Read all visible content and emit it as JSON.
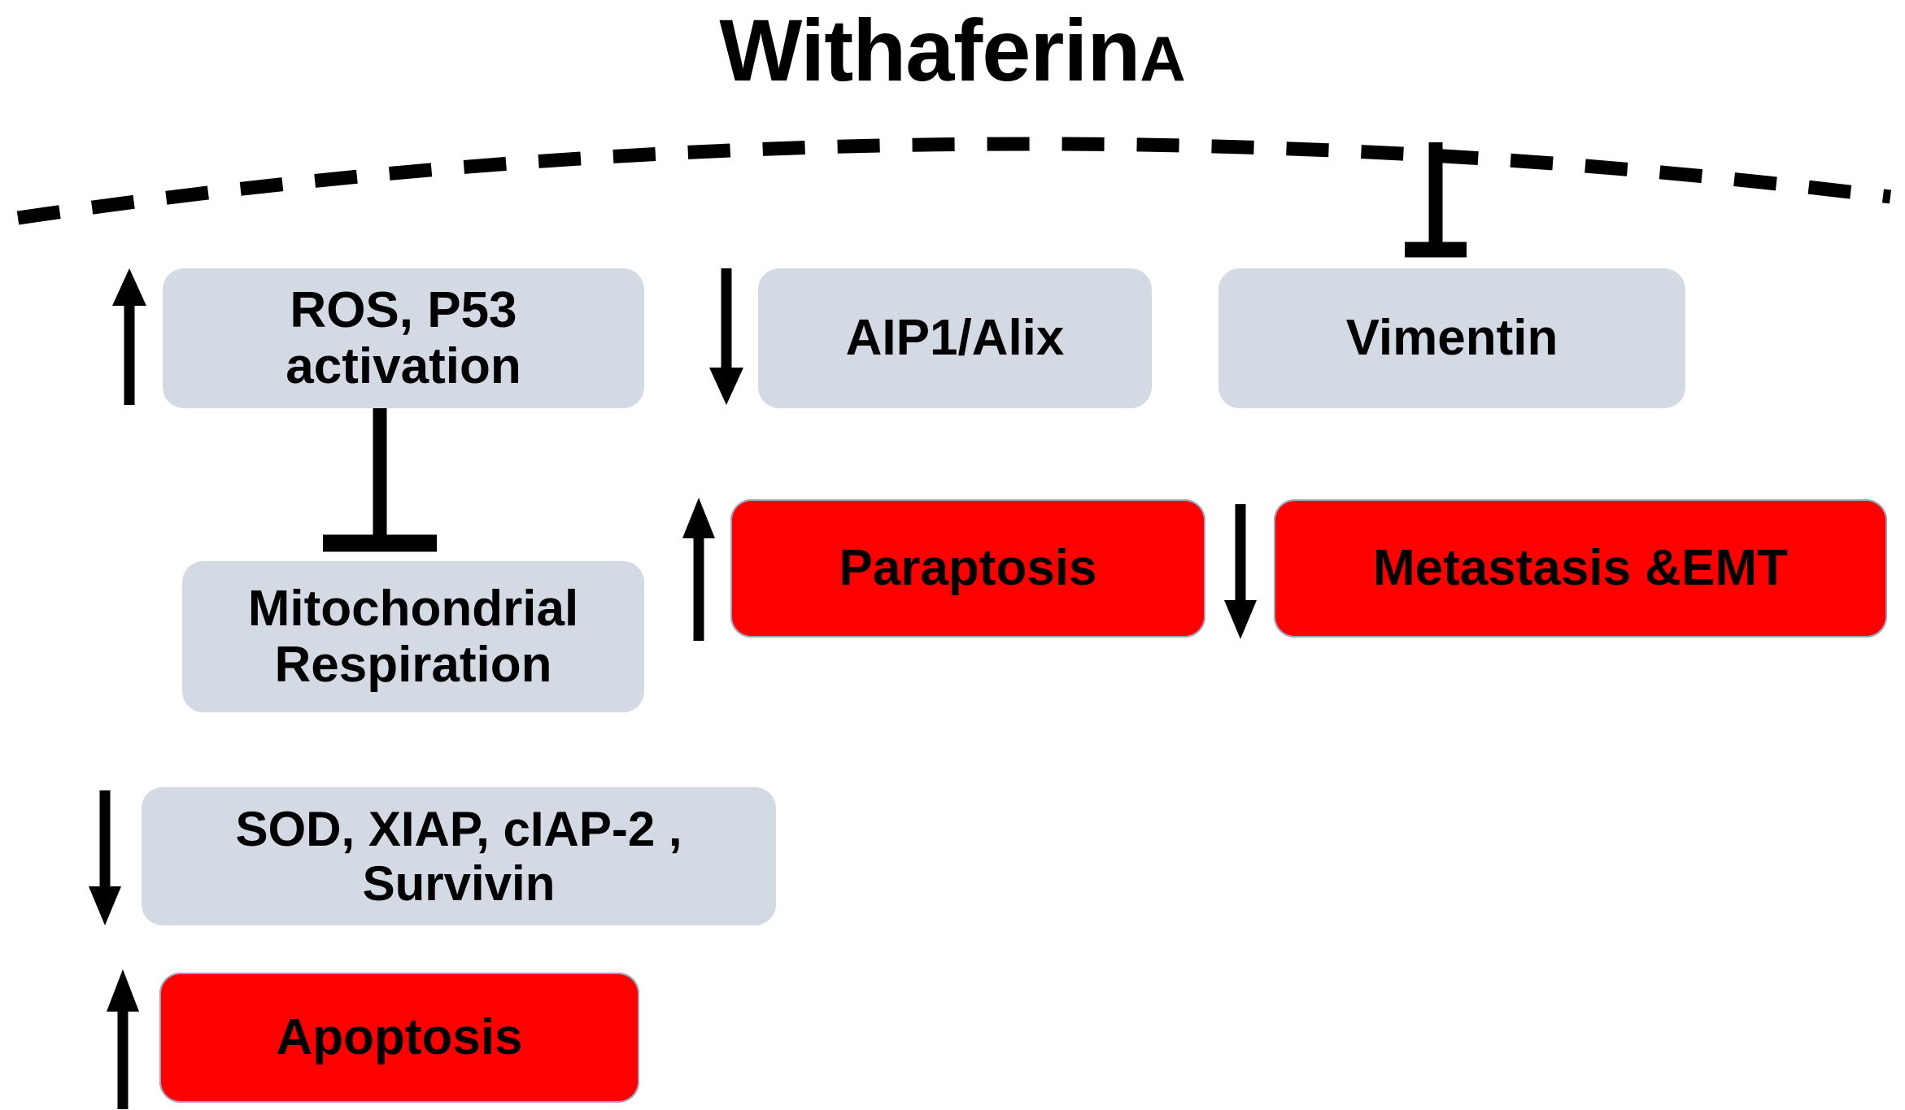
{
  "title": {
    "main": "Withaferin",
    "sub": "A"
  },
  "colors": {
    "node_grey": "#D4DAE4",
    "node_red": "#FE0000",
    "text": "#000000",
    "membrane": "#000000"
  },
  "membrane": {
    "name": "cell-membrane",
    "style": "dashed-arc"
  },
  "nodes": [
    {
      "id": "ros",
      "label": "ROS, P53\nactivation",
      "line1": "ROS, P53",
      "line2": "activation",
      "type": "grey",
      "regulation": "up"
    },
    {
      "id": "aip1",
      "label": "AIP1/Alix",
      "line1": "AIP1/Alix",
      "line2": "",
      "type": "grey",
      "regulation": "down"
    },
    {
      "id": "vimentin",
      "label": "Vimentin",
      "line1": "Vimentin",
      "line2": "",
      "type": "grey",
      "regulation": "none"
    },
    {
      "id": "mitochondrial-respiration",
      "label": "Mitochondrial\nRespiration",
      "line1": "Mitochondrial",
      "line2": "Respiration",
      "type": "grey",
      "regulation": "none"
    },
    {
      "id": "paraptosis",
      "label": "Paraptosis",
      "line1": "Paraptosis",
      "line2": "",
      "type": "red",
      "regulation": "up"
    },
    {
      "id": "metastasis-emt",
      "label": "Metastasis  &EMT",
      "line1": "Metastasis  &EMT",
      "line2": "",
      "type": "red",
      "regulation": "down"
    },
    {
      "id": "sod-xiap-ciap2-survivin",
      "label": "SOD, XIAP, cIAP-2 ,\nSurvivin",
      "line1": "SOD, XIAP, cIAP-2 ,",
      "line2": "Survivin",
      "type": "grey",
      "regulation": "down"
    },
    {
      "id": "apoptosis",
      "label": "Apoptosis",
      "line1": "Apoptosis",
      "line2": "",
      "type": "red",
      "regulation": "up"
    }
  ],
  "edges": [
    {
      "id": "ros-inhibits-mitochondrial",
      "from": "ros",
      "to": "mitochondrial-respiration",
      "kind": "inhibition"
    },
    {
      "id": "withaferin-inhibits-vimentin",
      "from": "withaferin-a",
      "to": "vimentin",
      "kind": "inhibition"
    }
  ],
  "regulation_glyphs": {
    "up": "↑",
    "down": "↓"
  }
}
